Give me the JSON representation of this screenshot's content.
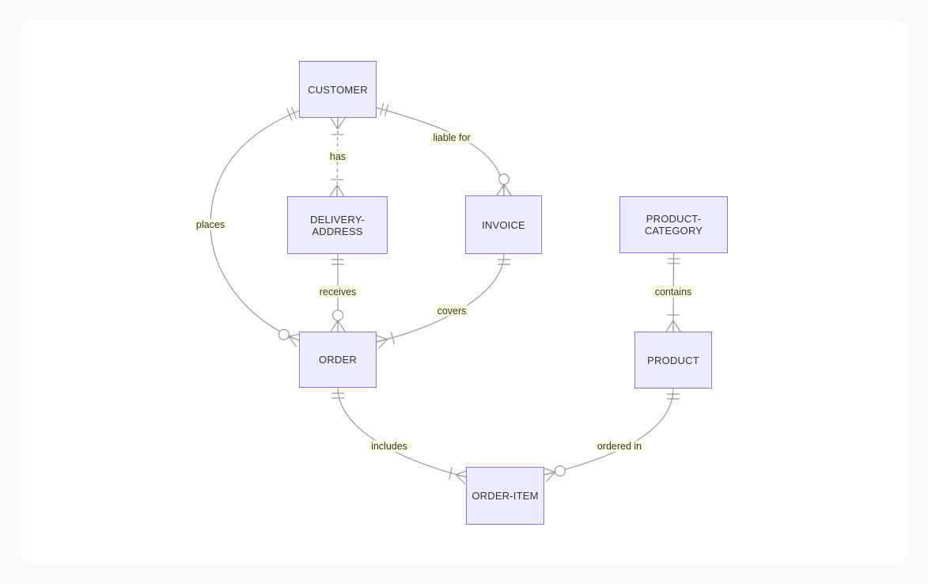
{
  "diagram": {
    "kind": "entity-relationship-diagram",
    "entities": [
      {
        "name": "CUSTOMER"
      },
      {
        "name": "DELIVERY-ADDRESS"
      },
      {
        "name": "INVOICE"
      },
      {
        "name": "PRODUCT-CATEGORY"
      },
      {
        "name": "ORDER"
      },
      {
        "name": "PRODUCT"
      },
      {
        "name": "ORDER-ITEM"
      }
    ],
    "relationships": [
      {
        "from": "CUSTOMER",
        "to": "ORDER",
        "label": "places",
        "from_cardinality": "exactly one",
        "to_cardinality": "zero or more",
        "line_style": "solid"
      },
      {
        "from": "CUSTOMER",
        "to": "DELIVERY-ADDRESS",
        "label": "has",
        "from_cardinality": "one or more",
        "to_cardinality": "one or more",
        "line_style": "dashed"
      },
      {
        "from": "CUSTOMER",
        "to": "INVOICE",
        "label": "liable for",
        "from_cardinality": "exactly one",
        "to_cardinality": "zero or more",
        "line_style": "solid"
      },
      {
        "from": "DELIVERY-ADDRESS",
        "to": "ORDER",
        "label": "receives",
        "from_cardinality": "exactly one",
        "to_cardinality": "zero or more",
        "line_style": "solid"
      },
      {
        "from": "INVOICE",
        "to": "ORDER",
        "label": "covers",
        "from_cardinality": "exactly one",
        "to_cardinality": "one or more",
        "line_style": "solid"
      },
      {
        "from": "PRODUCT-CATEGORY",
        "to": "PRODUCT",
        "label": "contains",
        "from_cardinality": "exactly one",
        "to_cardinality": "one or more",
        "line_style": "solid"
      },
      {
        "from": "ORDER",
        "to": "ORDER-ITEM",
        "label": "includes",
        "from_cardinality": "exactly one",
        "to_cardinality": "one or more",
        "line_style": "solid"
      },
      {
        "from": "PRODUCT",
        "to": "ORDER-ITEM",
        "label": "ordered in",
        "from_cardinality": "exactly one",
        "to_cardinality": "zero or more",
        "line_style": "solid"
      }
    ],
    "colors": {
      "entity_fill": "#ECECFF",
      "entity_border": "#9370DB",
      "line": "#999999",
      "label_background": "#ffffde",
      "text": "#333333",
      "card_background": "#ffffff",
      "page_background": "#f8f8f9"
    }
  }
}
